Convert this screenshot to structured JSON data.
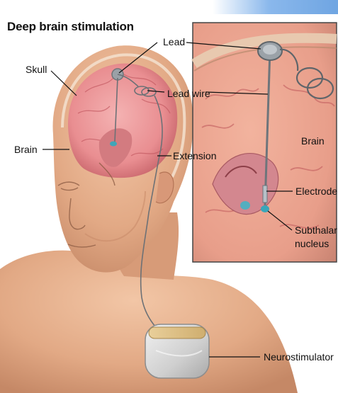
{
  "title": "Deep brain stimulation",
  "labels": {
    "lead": "Lead",
    "skull": "Skull",
    "lead_wire": "Lead wire",
    "brain_left": "Brain",
    "extension": "Extension",
    "brain_inset": "Brain",
    "electrode": "Electrode",
    "subthalamic_line1": "Subthalar",
    "subthalamic_line2": "nucleus",
    "neurostimulator": "Neurostimulator"
  },
  "colors": {
    "accent_bar": "#7aafe6",
    "skin": "#e6b08e",
    "brain": "#e98e91",
    "device": "#dcdcdc"
  }
}
